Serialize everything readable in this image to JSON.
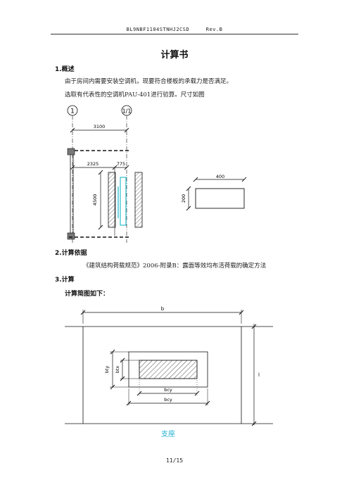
{
  "header": {
    "doc_code": "BL9NBF1104STNHJ2CSD",
    "revision": "Rev.B"
  },
  "title": "计算书",
  "sections": {
    "overview": {
      "heading": "1.概述",
      "para1": "由于房间内需要安装空调机，现要符合楼板的承载力是否满足。",
      "para2": "选取有代表性的空调机PAU-401进行验算。尺寸如图"
    },
    "basis": {
      "heading": "2.计算依据",
      "para1": "《建筑结构荷载规范》2006-附录B：露面等效均布活荷载的确定方法"
    },
    "calc": {
      "heading": "3.计算",
      "subheading": "计算简图如下："
    }
  },
  "figure1": {
    "axis_left": "1",
    "axis_right": "1/1",
    "dim_total": "3100",
    "dim_a": "2325",
    "dim_b": "775",
    "dim_height": "4500"
  },
  "figure2": {
    "dim_width": "400",
    "dim_height": "200"
  },
  "figure3": {
    "label_b": "b",
    "label_l": "l",
    "label_bty": "bty",
    "label_btx": "btx",
    "label_bcy_inner": "bcy",
    "label_bcy": "bcy",
    "caption": "支座"
  },
  "footer": {
    "page": "11/15"
  },
  "colors": {
    "accent_cyan": "#19b7c9",
    "caption_cyan": "#1fb0d0"
  }
}
